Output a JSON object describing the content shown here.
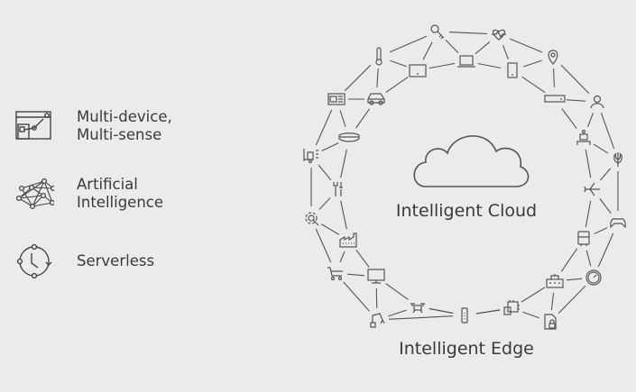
{
  "legend": [
    {
      "icon": "multi-device-icon",
      "line1": "Multi-device,",
      "line2": "Multi-sense"
    },
    {
      "icon": "neural-network-icon",
      "line1": "Artificial",
      "line2": "Intelligence"
    },
    {
      "icon": "serverless-clock-icon",
      "line1": "Serverless"
    }
  ],
  "diagram": {
    "cloud_label": "Intelligent Cloud",
    "edge_label": "Intelligent Edge",
    "nodes": [
      "key",
      "heart",
      "pin",
      "person",
      "wheat",
      "gamepad",
      "gauge",
      "lock-doc",
      "chip",
      "usb",
      "drone",
      "robot-arm",
      "cart",
      "gear-wrench",
      "forklift",
      "newspaper",
      "thermometer",
      "tablet",
      "laptop",
      "phone",
      "server",
      "robot",
      "plane",
      "bus",
      "building",
      "monitor",
      "factory",
      "tools",
      "vr-headset",
      "car"
    ],
    "stroke_color": "#555555",
    "background": "#ebebeb"
  }
}
